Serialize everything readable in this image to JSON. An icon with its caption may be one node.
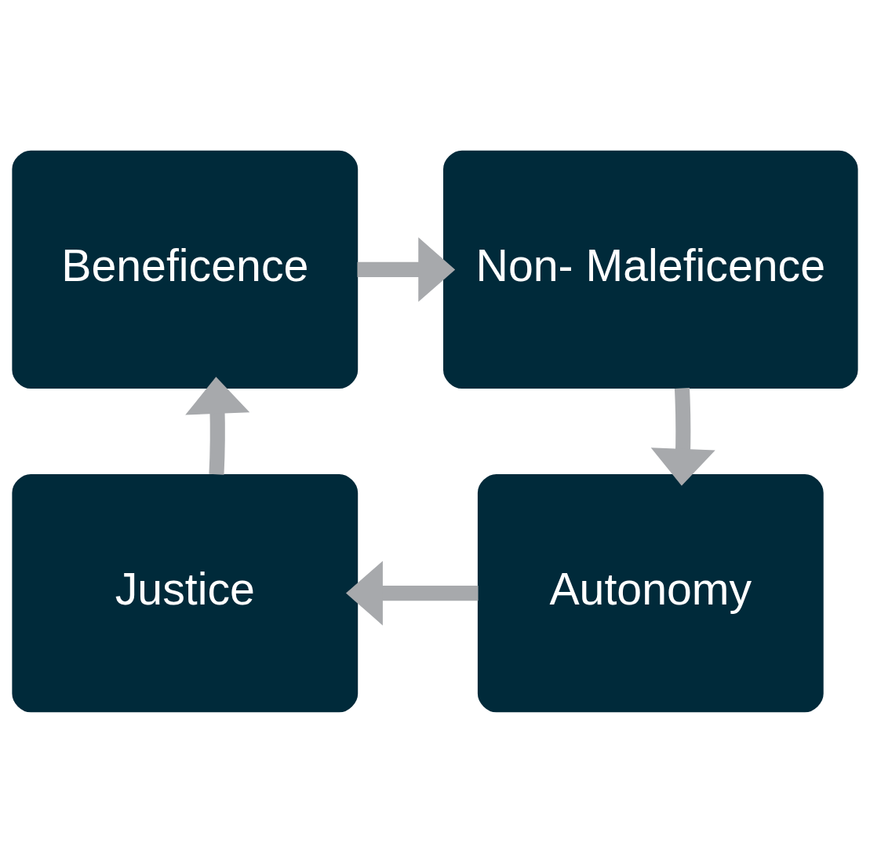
{
  "diagram": {
    "nodes": [
      {
        "text": [
          "Beneficence"
        ]
      },
      {
        "text": [
          "Non- Maleficence"
        ]
      },
      {
        "text": [
          "Justice"
        ]
      },
      {
        "text": [
          "Autonomy"
        ]
      }
    ],
    "edges": [
      {
        "from": 0,
        "to": 1,
        "arrow": "to"
      },
      {
        "from": 1,
        "to": 3,
        "arrow": "to"
      },
      {
        "from": 3,
        "to": 2,
        "arrow": "to"
      },
      {
        "from": 2,
        "to": 0,
        "arrow": "to"
      }
    ]
  }
}
